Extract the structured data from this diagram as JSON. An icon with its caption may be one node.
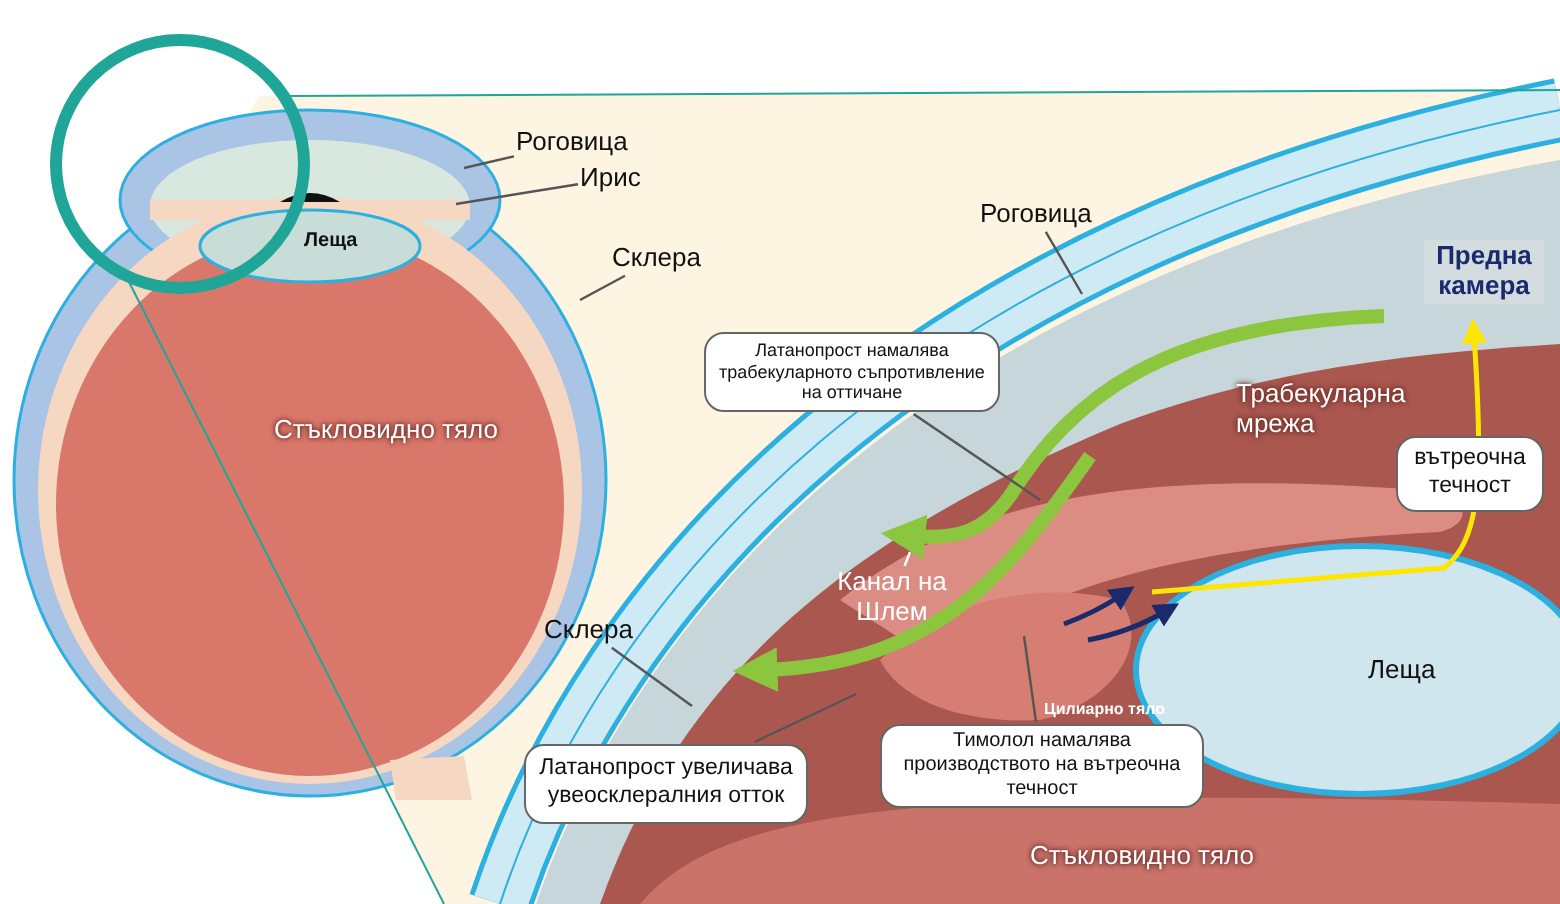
{
  "diagram": {
    "nodes": [
      {
        "text": [
          "Роговица"
        ]
      },
      {
        "text": [
          "Ирис"
        ]
      },
      {
        "text": [
          "Роговица"
        ]
      },
      {
        "text": [
          "Склера"
        ]
      },
      {
        "text": [
          "Латанопрост намалява трабекуларното съпротивление на оттичане"
        ]
      },
      {
        "text": [
          "вътреочна течност"
        ]
      },
      {
        "text": [
          "Канал на Шлем"
        ]
      },
      {
        "text": [
          "Склера"
        ]
      },
      {
        "text": [
          "Латанопрост увеличава увеосклералния отток"
        ]
      },
      {
        "text": [
          "Тимолол намалява производството на вътреочна течност"
        ]
      }
    ],
    "edges": [
      {
        "from": 0,
        "to": null,
        "arrow": "none"
      },
      {
        "from": 1,
        "to": null,
        "arrow": "none"
      },
      {
        "from": 2,
        "to": null,
        "arrow": "none"
      },
      {
        "from": 3,
        "to": null,
        "arrow": "none"
      },
      {
        "from": 4,
        "to": null,
        "arrow": "none"
      },
      {
        "from": 6,
        "to": null,
        "arrow": "none",
        "color": "#ffffff"
      },
      {
        "from": 7,
        "to": null,
        "arrow": "none"
      },
      {
        "from": 8,
        "to": null,
        "arrow": "none"
      },
      {
        "from": 9,
        "to": null,
        "arrow": "none"
      }
    ],
    "labels": [
      "Леща",
      "Предна камера",
      "Трабекуларна мрежа",
      "Стъкловидно тяло",
      "Цилиарно тяло",
      "Леща",
      "Стъкловидно тяло"
    ]
  }
}
